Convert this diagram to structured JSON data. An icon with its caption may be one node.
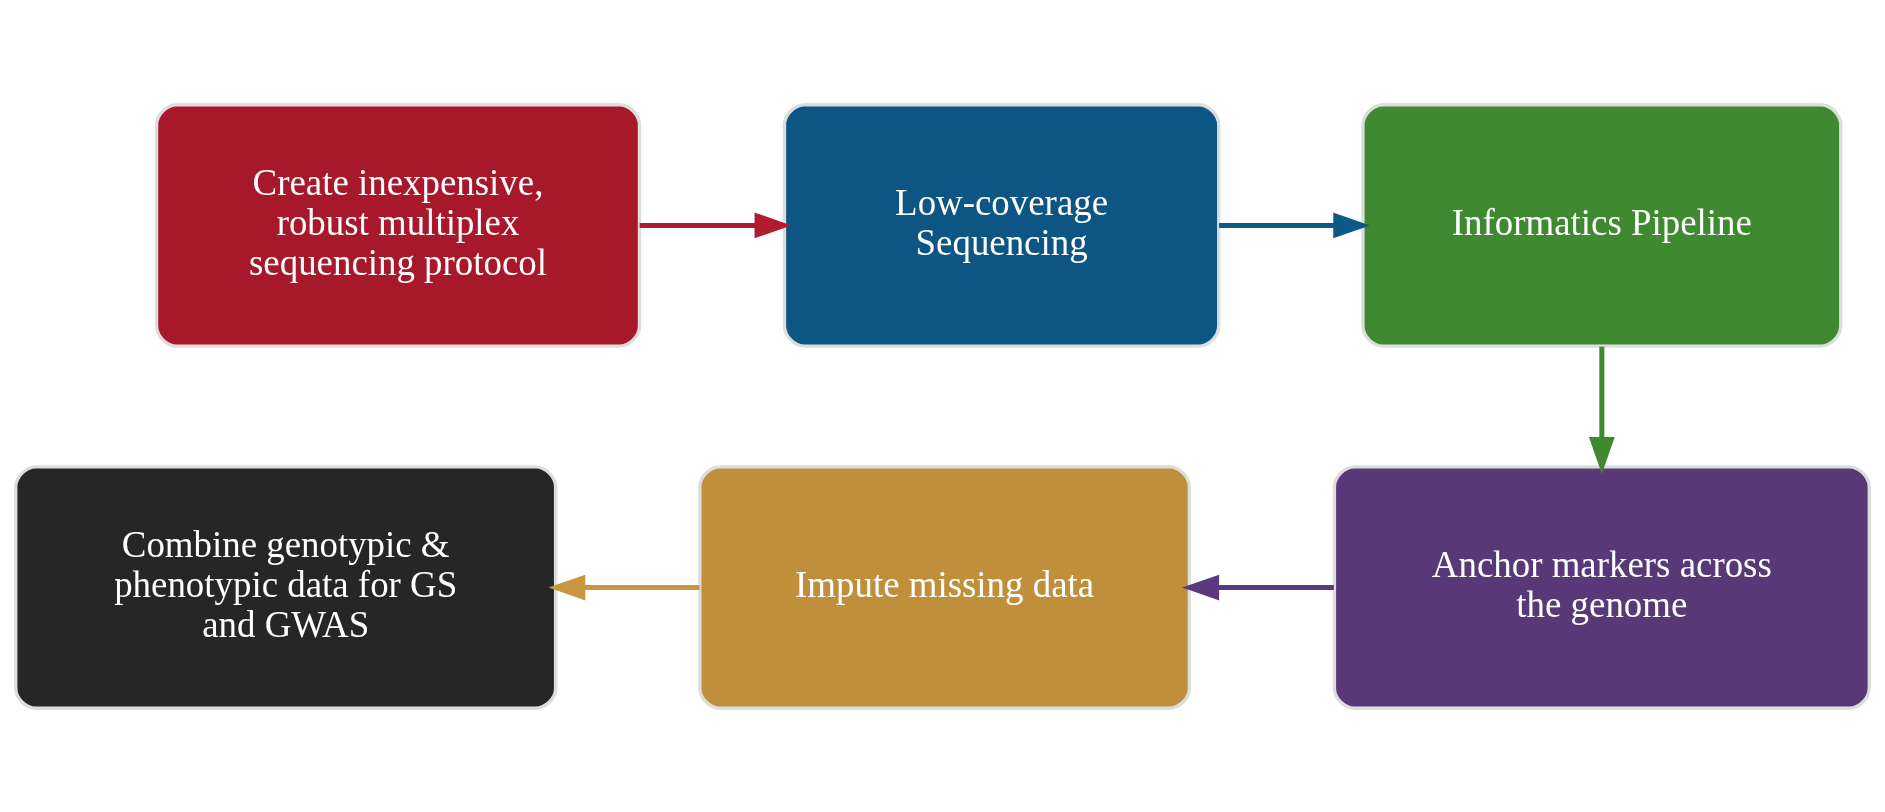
{
  "diagram": {
    "nodes": [
      {
        "text": [
          "Create inexpensive, robust multiplex sequencing protocol"
        ]
      },
      {
        "text": [
          "Low-coverage Sequencing"
        ]
      },
      {
        "text": [
          "Informatics Pipeline"
        ]
      },
      {
        "text": [
          "Anchor markers across the genome"
        ]
      },
      {
        "text": [
          "Impute missing data"
        ]
      },
      {
        "text": [
          "Combine genotypic & phenotypic data for GS and GWAS"
        ]
      }
    ],
    "edges": [
      {
        "from": 0,
        "to": 1,
        "arrow": "to",
        "color": "#b01c2e"
      },
      {
        "from": 1,
        "to": 2,
        "arrow": "to",
        "color": "#0e5a86"
      },
      {
        "from": 2,
        "to": 3,
        "arrow": "to",
        "color": "#3f8a30"
      },
      {
        "from": 3,
        "to": 4,
        "arrow": "to",
        "color": "#5a3a7c"
      },
      {
        "from": 4,
        "to": 5,
        "arrow": "to",
        "color": "#c9963e"
      }
    ]
  }
}
